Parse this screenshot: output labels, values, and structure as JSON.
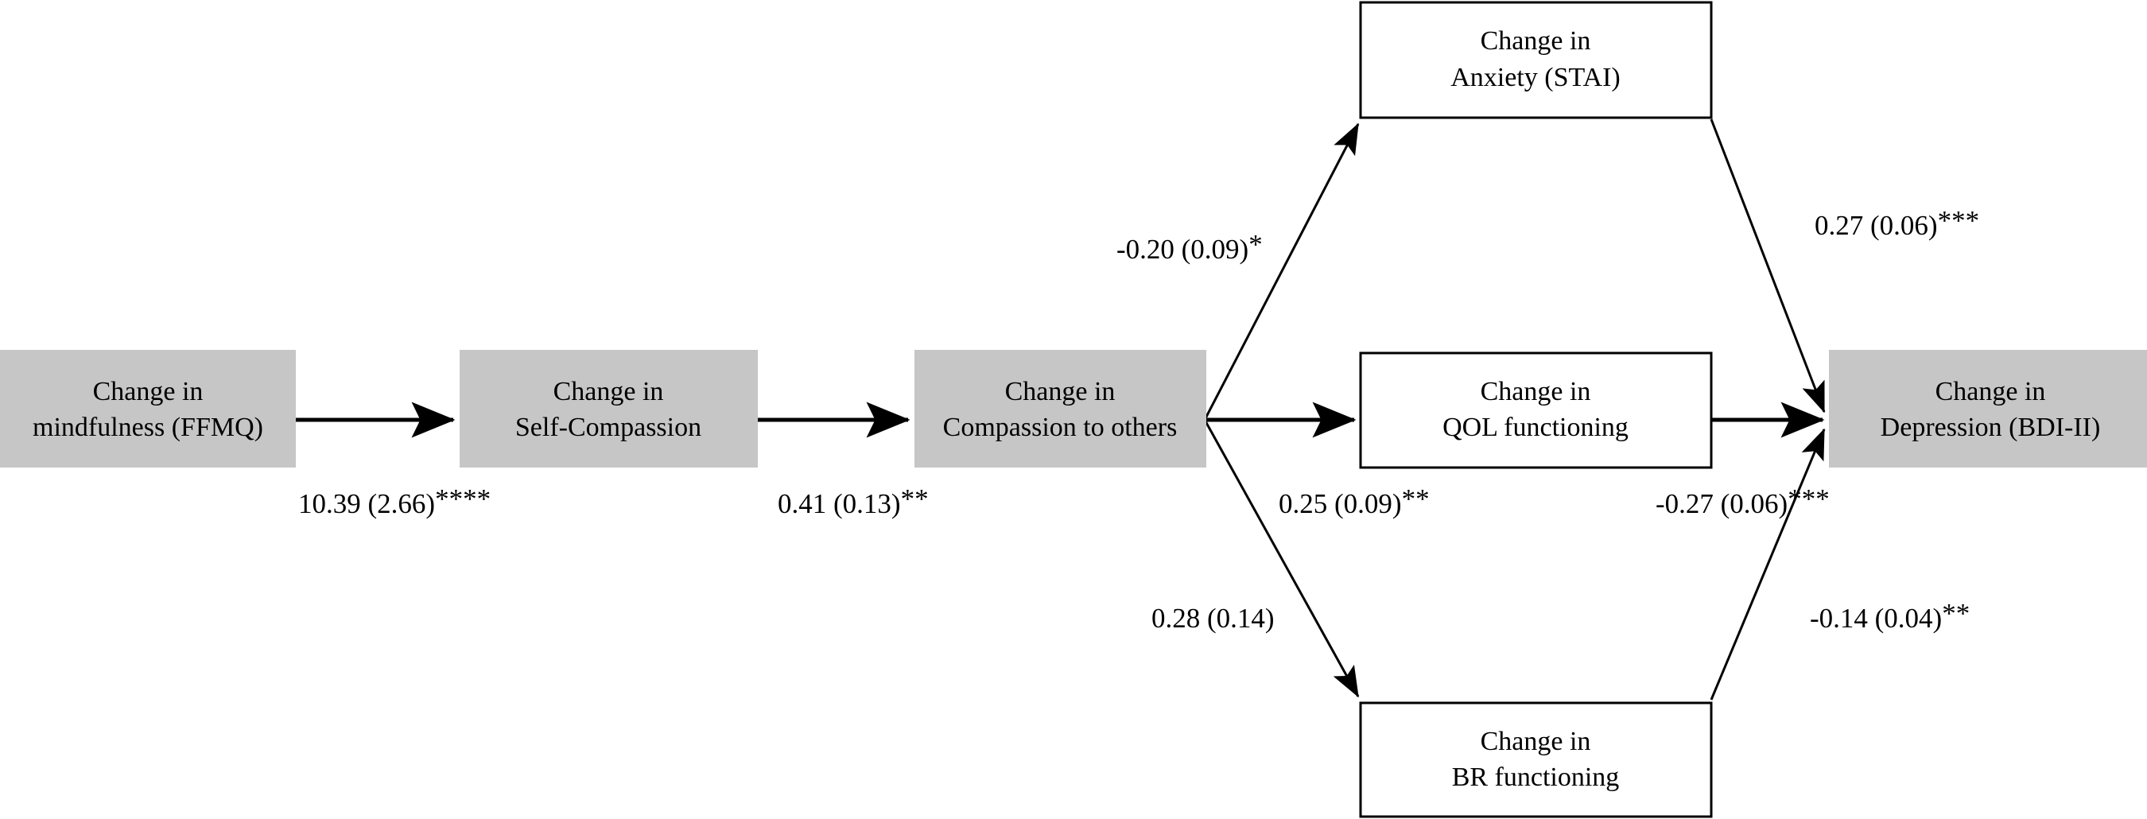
{
  "diagram": {
    "type": "path-analysis-mediation-model",
    "background_color": "#ffffff",
    "node_fill_exposure": "#c6c6c6",
    "node_fill_mediator": "#ffffff",
    "node_stroke": "#000000",
    "nodes": [
      {
        "id": "ffmq",
        "line1": "Change in",
        "line2": "mindfulness (FFMQ)",
        "style": "gray"
      },
      {
        "id": "self-compassion",
        "line1": "Change in",
        "line2": "Self-Compassion",
        "style": "gray"
      },
      {
        "id": "compassion-to-others",
        "line1": "Change in",
        "line2": "Compassion to others",
        "style": "gray"
      },
      {
        "id": "anxiety",
        "line1": "Change in",
        "line2": "Anxiety (STAI)",
        "style": "white"
      },
      {
        "id": "qol",
        "line1": "Change in",
        "line2": "QOL functioning",
        "style": "white"
      },
      {
        "id": "br",
        "line1": "Change in",
        "line2": "BR functioning",
        "style": "white"
      },
      {
        "id": "depression",
        "line1": "Change in",
        "line2": "Depression (BDI-II)",
        "style": "gray"
      }
    ],
    "edges": [
      {
        "id": "ffmq-to-selfcompassion",
        "from": "ffmq",
        "to": "self-compassion",
        "estimate": "10.39",
        "se": "(2.66)",
        "stars": "****",
        "label": "10.39 (2.66)****"
      },
      {
        "id": "selfcompassion-to-compassionothers",
        "from": "self-compassion",
        "to": "compassion-to-others",
        "estimate": "0.41",
        "se": "(0.13)",
        "stars": "**",
        "label": "0.41 (0.13)**"
      },
      {
        "id": "compassionothers-to-anxiety",
        "from": "compassion-to-others",
        "to": "anxiety",
        "estimate": "-0.20",
        "se": "(0.09)",
        "stars": "*",
        "label": "-0.20 (0.09)*"
      },
      {
        "id": "compassionothers-to-qol",
        "from": "compassion-to-others",
        "to": "qol",
        "estimate": "0.25",
        "se": "(0.09)",
        "stars": "**",
        "label": "0.25 (0.09)**"
      },
      {
        "id": "compassionothers-to-br",
        "from": "compassion-to-others",
        "to": "br",
        "estimate": "0.28",
        "se": "(0.14)",
        "stars": "",
        "label": "0.28 (0.14)"
      },
      {
        "id": "anxiety-to-depression",
        "from": "anxiety",
        "to": "depression",
        "estimate": "0.27",
        "se": "(0.06)",
        "stars": "***",
        "label": "0.27 (0.06)***"
      },
      {
        "id": "qol-to-depression",
        "from": "qol",
        "to": "depression",
        "estimate": "-0.27",
        "se": "(0.06)",
        "stars": "***",
        "label": "-0.27 (0.06)***"
      },
      {
        "id": "br-to-depression",
        "from": "br",
        "to": "depression",
        "estimate": "-0.14",
        "se": "(0.04)",
        "stars": "**",
        "label": "-0.14 (0.04)**"
      }
    ]
  }
}
